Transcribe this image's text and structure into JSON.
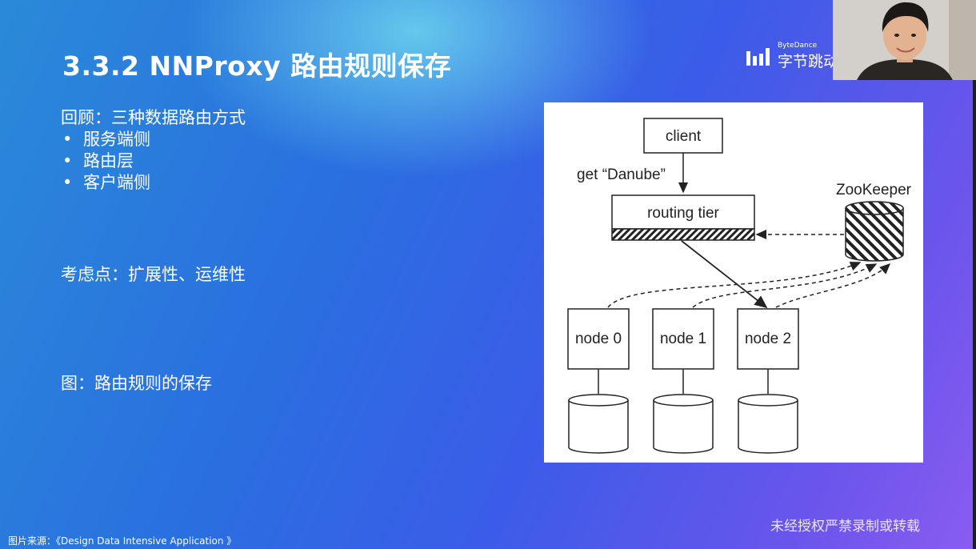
{
  "slide": {
    "title": "3.3.2 NNProxy 路由规则保存",
    "logo": {
      "small": "ByteDance",
      "big": "字节跳动"
    },
    "review_heading": "回顾：三种数据路由方式",
    "review_items": [
      "服务端侧",
      "路由层",
      "客户端侧"
    ],
    "bullet_glyph": "•",
    "considerations": "考虑点：扩展性、运维性",
    "figure_caption": "图：路由规则的保存",
    "source": "图片来源：《Design Data Intensive Application 》",
    "watermark": "未经授权严禁录制或转载"
  },
  "diagram": {
    "client": "client",
    "request": "get “Danube”",
    "routing_tier": "routing tier",
    "zookeeper": "ZooKeeper",
    "nodes": [
      "node 0",
      "node 1",
      "node 2"
    ]
  },
  "webcam": {
    "subject": "presenter-video-feed"
  },
  "colors": {
    "title": "#ffffff",
    "bg_start": "#2a8ad8",
    "bg_end": "#8a5cf0",
    "figure_bg": "#ffffff"
  }
}
